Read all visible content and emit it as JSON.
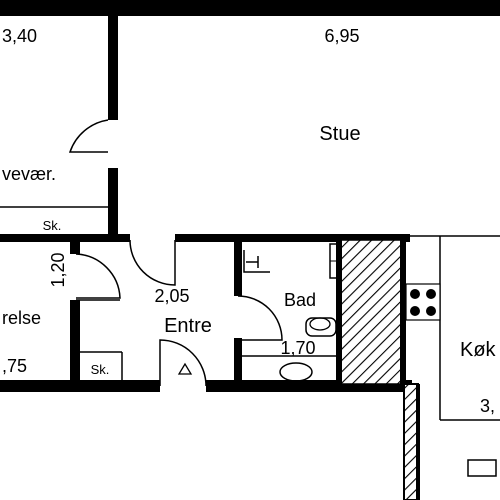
{
  "floorplan": {
    "rooms": {
      "stue": "Stue",
      "vaerelse_partial": "vevær.",
      "sovevaerelse_partial": "relse",
      "entre": "Entre",
      "bad": "Bad",
      "koekken_partial": "Køk"
    },
    "dimensions": {
      "top_left": "3,40",
      "top_center": "6,95",
      "left_vertical": "1,20",
      "entre": "2,05",
      "bad": "1,70",
      "left_bottom": ",75",
      "right_bottom": "3,"
    },
    "closets": {
      "upper": "Sk.",
      "lower": "Sk."
    },
    "colors": {
      "wall": "#000000",
      "background": "#ffffff",
      "hatch": "#000000"
    }
  }
}
